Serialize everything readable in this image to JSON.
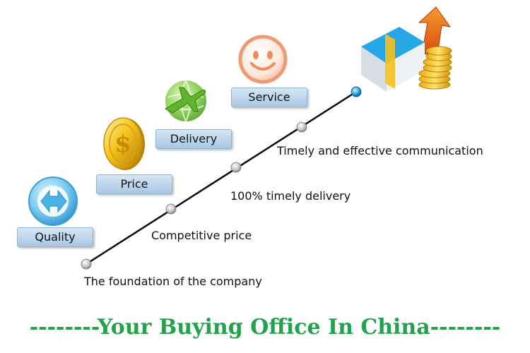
{
  "categories": {
    "quality": "Quality",
    "price": "Price",
    "delivery": "Delivery",
    "service": "Service"
  },
  "milestones": {
    "foundation": "The foundation of the company",
    "competitive": "Competitive price",
    "timely": "100% timely delivery",
    "communication": "Timely and effective communication"
  },
  "footer": {
    "slogan": "--------Your Buying Office In China--------"
  },
  "icons": {
    "quality": "blue-circle-arrows-icon",
    "price": "gold-dollar-coin-icon",
    "delivery": "green-airplane-globe-icon",
    "service": "smiley-face-icon",
    "goal": "house-coins-growth-icon"
  },
  "colors": {
    "footer_text": "#21a24b",
    "pill_fill": "#b8d2ea",
    "line": "#000000"
  }
}
